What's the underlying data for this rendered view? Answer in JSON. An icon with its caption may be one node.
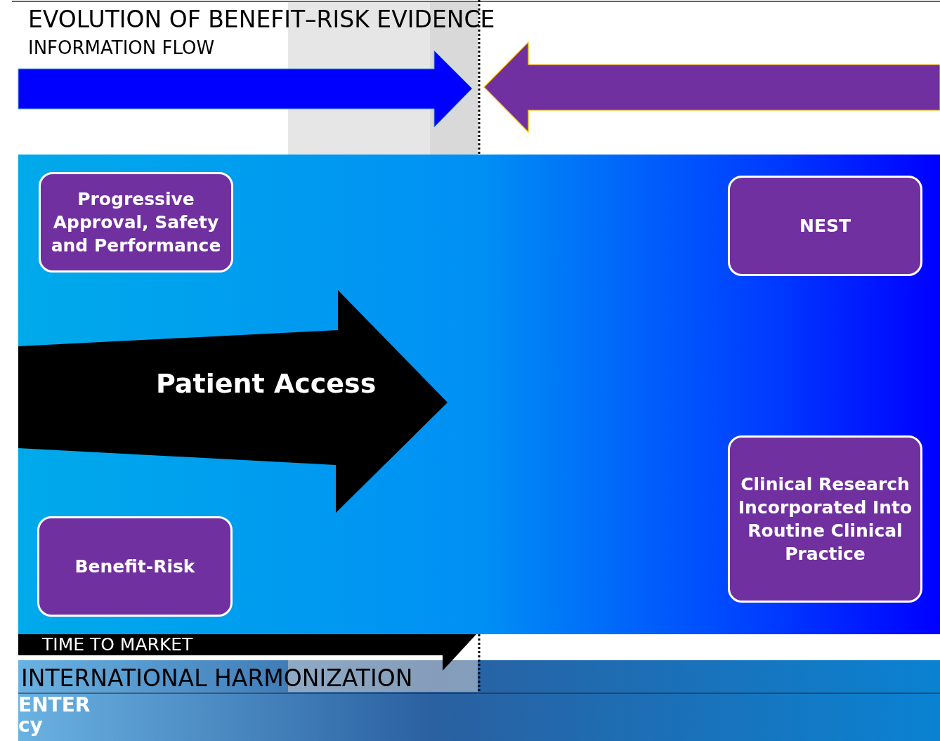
{
  "diagram": {
    "nodes": [
      {
        "text": [
          "Progressive Approval, Safety and Performance"
        ]
      },
      {
        "text": [
          "NEST"
        ]
      },
      {
        "text": [
          "Patient Access"
        ]
      },
      {
        "text": [
          "Benefit-Risk"
        ]
      },
      {
        "text": [
          "Clinical Research Incorporated Into Routine Clinical Practice"
        ]
      }
    ],
    "labels": [
      "EVOLUTION OF BENEFIT–RISK EVIDENCE",
      "INFORMATION FLOW",
      "TIME TO MARKET",
      "INTERNATIONAL HARMONIZATION",
      "ENTER",
      "cy"
    ]
  }
}
